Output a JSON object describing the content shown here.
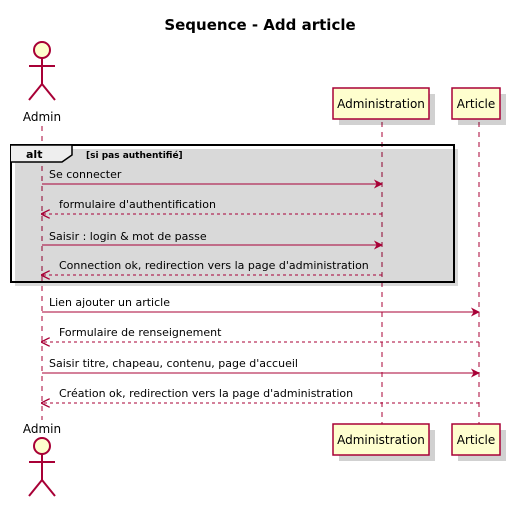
{
  "title": "Sequence - Add article",
  "participants": {
    "admin": {
      "label": "Admin",
      "kind": "actor"
    },
    "administration": {
      "label": "Administration",
      "kind": "participant"
    },
    "article": {
      "label": "Article",
      "kind": "participant"
    }
  },
  "alt": {
    "keyword": "alt",
    "guard": "[si pas authentifié]"
  },
  "messages": [
    {
      "from": "admin",
      "to": "administration",
      "text": "Se connecter",
      "style": "solid"
    },
    {
      "from": "administration",
      "to": "admin",
      "text": "formulaire d'authentification",
      "style": "dashed"
    },
    {
      "from": "admin",
      "to": "administration",
      "text": "Saisir : login & mot de passe",
      "style": "solid"
    },
    {
      "from": "administration",
      "to": "admin",
      "text": "Connection ok, redirection vers la page d'administration",
      "style": "dashed"
    },
    {
      "from": "admin",
      "to": "article",
      "text": "Lien ajouter un article",
      "style": "solid"
    },
    {
      "from": "article",
      "to": "admin",
      "text": "Formulaire de renseignement",
      "style": "dashed"
    },
    {
      "from": "admin",
      "to": "article",
      "text": "Saisir titre, chapeau, contenu, page d'accueil",
      "style": "solid"
    },
    {
      "from": "article",
      "to": "admin",
      "text": "Création ok, redirection vers la page d'administration",
      "style": "dashed"
    }
  ],
  "colors": {
    "arrow": "#a80036",
    "participant_fill": "#fefece",
    "participant_border": "#a80036",
    "lifeline": "#a80036",
    "frame": "#000000"
  }
}
